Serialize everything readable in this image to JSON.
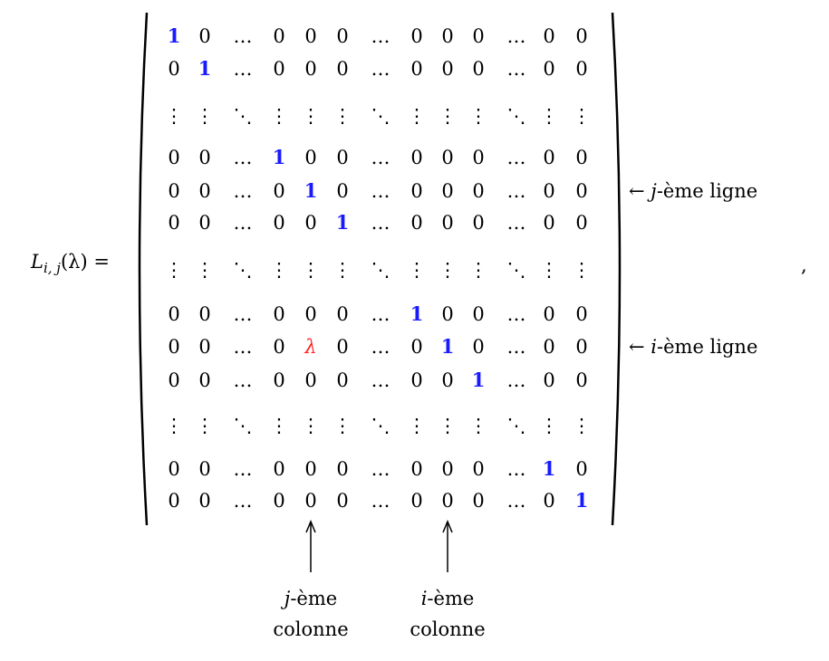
{
  "lhs": {
    "symbol": "L",
    "subscript": "i, j",
    "argument": "(λ)",
    "equals": "="
  },
  "matrix": {
    "rows": [
      [
        "1",
        "0",
        "…",
        "0",
        "0",
        "0",
        "…",
        "0",
        "0",
        "0",
        "…",
        "0",
        "0"
      ],
      [
        "0",
        "1",
        "…",
        "0",
        "0",
        "0",
        "…",
        "0",
        "0",
        "0",
        "…",
        "0",
        "0"
      ],
      [
        "⋮",
        "⋮",
        "⋱",
        "⋮",
        "⋮",
        "⋮",
        "⋱",
        "⋮",
        "⋮",
        "⋮",
        "⋱",
        "⋮",
        "⋮"
      ],
      [
        "0",
        "0",
        "…",
        "1",
        "0",
        "0",
        "…",
        "0",
        "0",
        "0",
        "…",
        "0",
        "0"
      ],
      [
        "0",
        "0",
        "…",
        "0",
        "1",
        "0",
        "…",
        "0",
        "0",
        "0",
        "…",
        "0",
        "0"
      ],
      [
        "0",
        "0",
        "…",
        "0",
        "0",
        "1",
        "…",
        "0",
        "0",
        "0",
        "…",
        "0",
        "0"
      ],
      [
        "⋮",
        "⋮",
        "⋱",
        "⋮",
        "⋮",
        "⋮",
        "⋱",
        "⋮",
        "⋮",
        "⋮",
        "⋱",
        "⋮",
        "⋮"
      ],
      [
        "0",
        "0",
        "…",
        "0",
        "0",
        "0",
        "…",
        "1",
        "0",
        "0",
        "…",
        "0",
        "0"
      ],
      [
        "0",
        "0",
        "…",
        "0",
        "λ",
        "0",
        "…",
        "0",
        "1",
        "0",
        "…",
        "0",
        "0"
      ],
      [
        "0",
        "0",
        "…",
        "0",
        "0",
        "0",
        "…",
        "0",
        "0",
        "1",
        "…",
        "0",
        "0"
      ],
      [
        "⋮",
        "⋮",
        "⋱",
        "⋮",
        "⋮",
        "⋮",
        "⋱",
        "⋮",
        "⋮",
        "⋮",
        "⋱",
        "⋮",
        "⋮"
      ],
      [
        "0",
        "0",
        "…",
        "0",
        "0",
        "0",
        "…",
        "0",
        "0",
        "0",
        "…",
        "1",
        "0"
      ],
      [
        "0",
        "0",
        "…",
        "0",
        "0",
        "0",
        "…",
        "0",
        "0",
        "0",
        "…",
        "0",
        "1"
      ]
    ],
    "highlights": [
      {
        "row": 0,
        "col": 0,
        "color": "blue"
      },
      {
        "row": 1,
        "col": 1,
        "color": "blue"
      },
      {
        "row": 3,
        "col": 3,
        "color": "blue"
      },
      {
        "row": 4,
        "col": 4,
        "color": "blue"
      },
      {
        "row": 5,
        "col": 5,
        "color": "blue"
      },
      {
        "row": 7,
        "col": 7,
        "color": "blue"
      },
      {
        "row": 8,
        "col": 4,
        "color": "red"
      },
      {
        "row": 8,
        "col": 8,
        "color": "blue"
      },
      {
        "row": 9,
        "col": 9,
        "color": "blue"
      },
      {
        "row": 11,
        "col": 11,
        "color": "blue"
      },
      {
        "row": 12,
        "col": 12,
        "color": "blue"
      }
    ]
  },
  "row_labels": {
    "j": {
      "arrow": "←",
      "var": "j",
      "text": "-ème ligne"
    },
    "i": {
      "arrow": "←",
      "var": "i",
      "text": "-ème ligne"
    }
  },
  "col_labels": {
    "j": {
      "var": "j",
      "text": "-ème",
      "line2": "colonne"
    },
    "i": {
      "var": "i",
      "text": "-ème",
      "line2": "colonne"
    }
  },
  "comma": ",",
  "colors": {
    "blue": "#1a1aff",
    "red": "#ff2020"
  }
}
